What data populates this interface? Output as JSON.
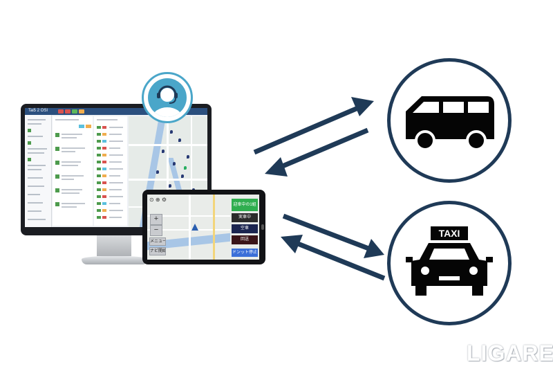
{
  "monitor": {
    "app_title": "Tai5 2 OSI",
    "top_tab_colors": [
      "#d9534f",
      "#d9534f",
      "#5cb85c",
      "#f0ad4e"
    ],
    "accent_bar_color": "#2b4f7e"
  },
  "operator": {
    "icon": "headset-operator-icon",
    "color": "#4aa6c9"
  },
  "tablet": {
    "zoom_in": "+",
    "zoom_out": "−",
    "menu_label": "メニュー",
    "navi_label": "ナビ開始",
    "right_buttons": [
      {
        "label": "迎車中の1組",
        "color": "#2fae4f"
      },
      {
        "label": "実車中",
        "color": "#2b2b2b"
      },
      {
        "label": "空車",
        "color": "#1b2550"
      },
      {
        "label": "回送",
        "color": "#3a1418"
      }
    ],
    "bottom_right_label": "ドンット停止",
    "bottom_right_color": "#3b6fd8"
  },
  "vehicles": {
    "van": {
      "icon": "van-icon"
    },
    "taxi": {
      "icon": "taxi-icon",
      "sign_text": "TAXI"
    }
  },
  "arrows": {
    "color": "#1f3a57"
  },
  "watermark": {
    "text": "LIGARE"
  }
}
